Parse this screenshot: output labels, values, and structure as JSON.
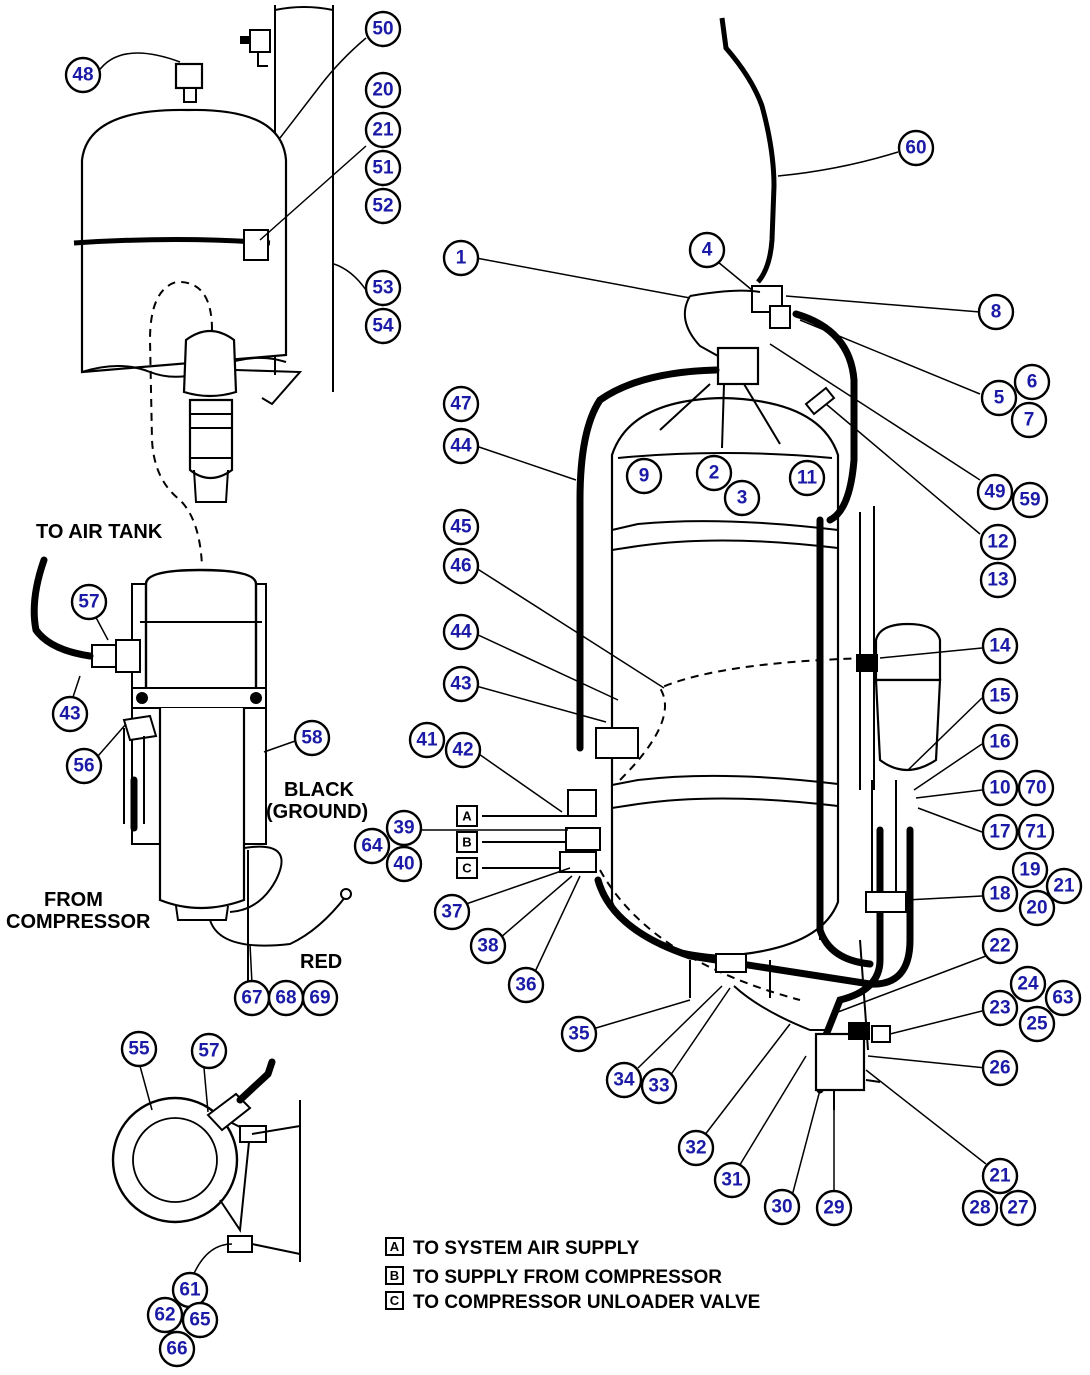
{
  "text_labels": {
    "to_air_tank": "TO AIR TANK",
    "from_compressor_1": "FROM",
    "from_compressor_2": "COMPRESSOR",
    "black_1": "BLACK",
    "black_2": "(GROUND)",
    "red": "RED"
  },
  "side_boxes": [
    "A",
    "B",
    "C"
  ],
  "legend": [
    {
      "letter": "A",
      "text": "TO SYSTEM AIR SUPPLY"
    },
    {
      "letter": "B",
      "text": "TO SUPPLY FROM COMPRESSOR"
    },
    {
      "letter": "C",
      "text": "TO COMPRESSOR UNLOADER VALVE"
    }
  ],
  "callouts": [
    "48",
    "50",
    "20",
    "21",
    "51",
    "52",
    "53",
    "54",
    "57",
    "43",
    "56",
    "58",
    "67",
    "68",
    "69",
    "55",
    "57",
    "61",
    "62",
    "65",
    "66",
    "60",
    "1",
    "4",
    "8",
    "5",
    "6",
    "7",
    "47",
    "44",
    "9",
    "2",
    "3",
    "11",
    "49",
    "59",
    "12",
    "13",
    "45",
    "46",
    "44",
    "43",
    "41",
    "42",
    "14",
    "15",
    "16",
    "10",
    "70",
    "17",
    "71",
    "19",
    "21",
    "18",
    "20",
    "39",
    "64",
    "40",
    "37",
    "38",
    "36",
    "22",
    "24",
    "63",
    "23",
    "25",
    "35",
    "34",
    "33",
    "32",
    "31",
    "26",
    "30",
    "29",
    "21",
    "28",
    "27"
  ]
}
